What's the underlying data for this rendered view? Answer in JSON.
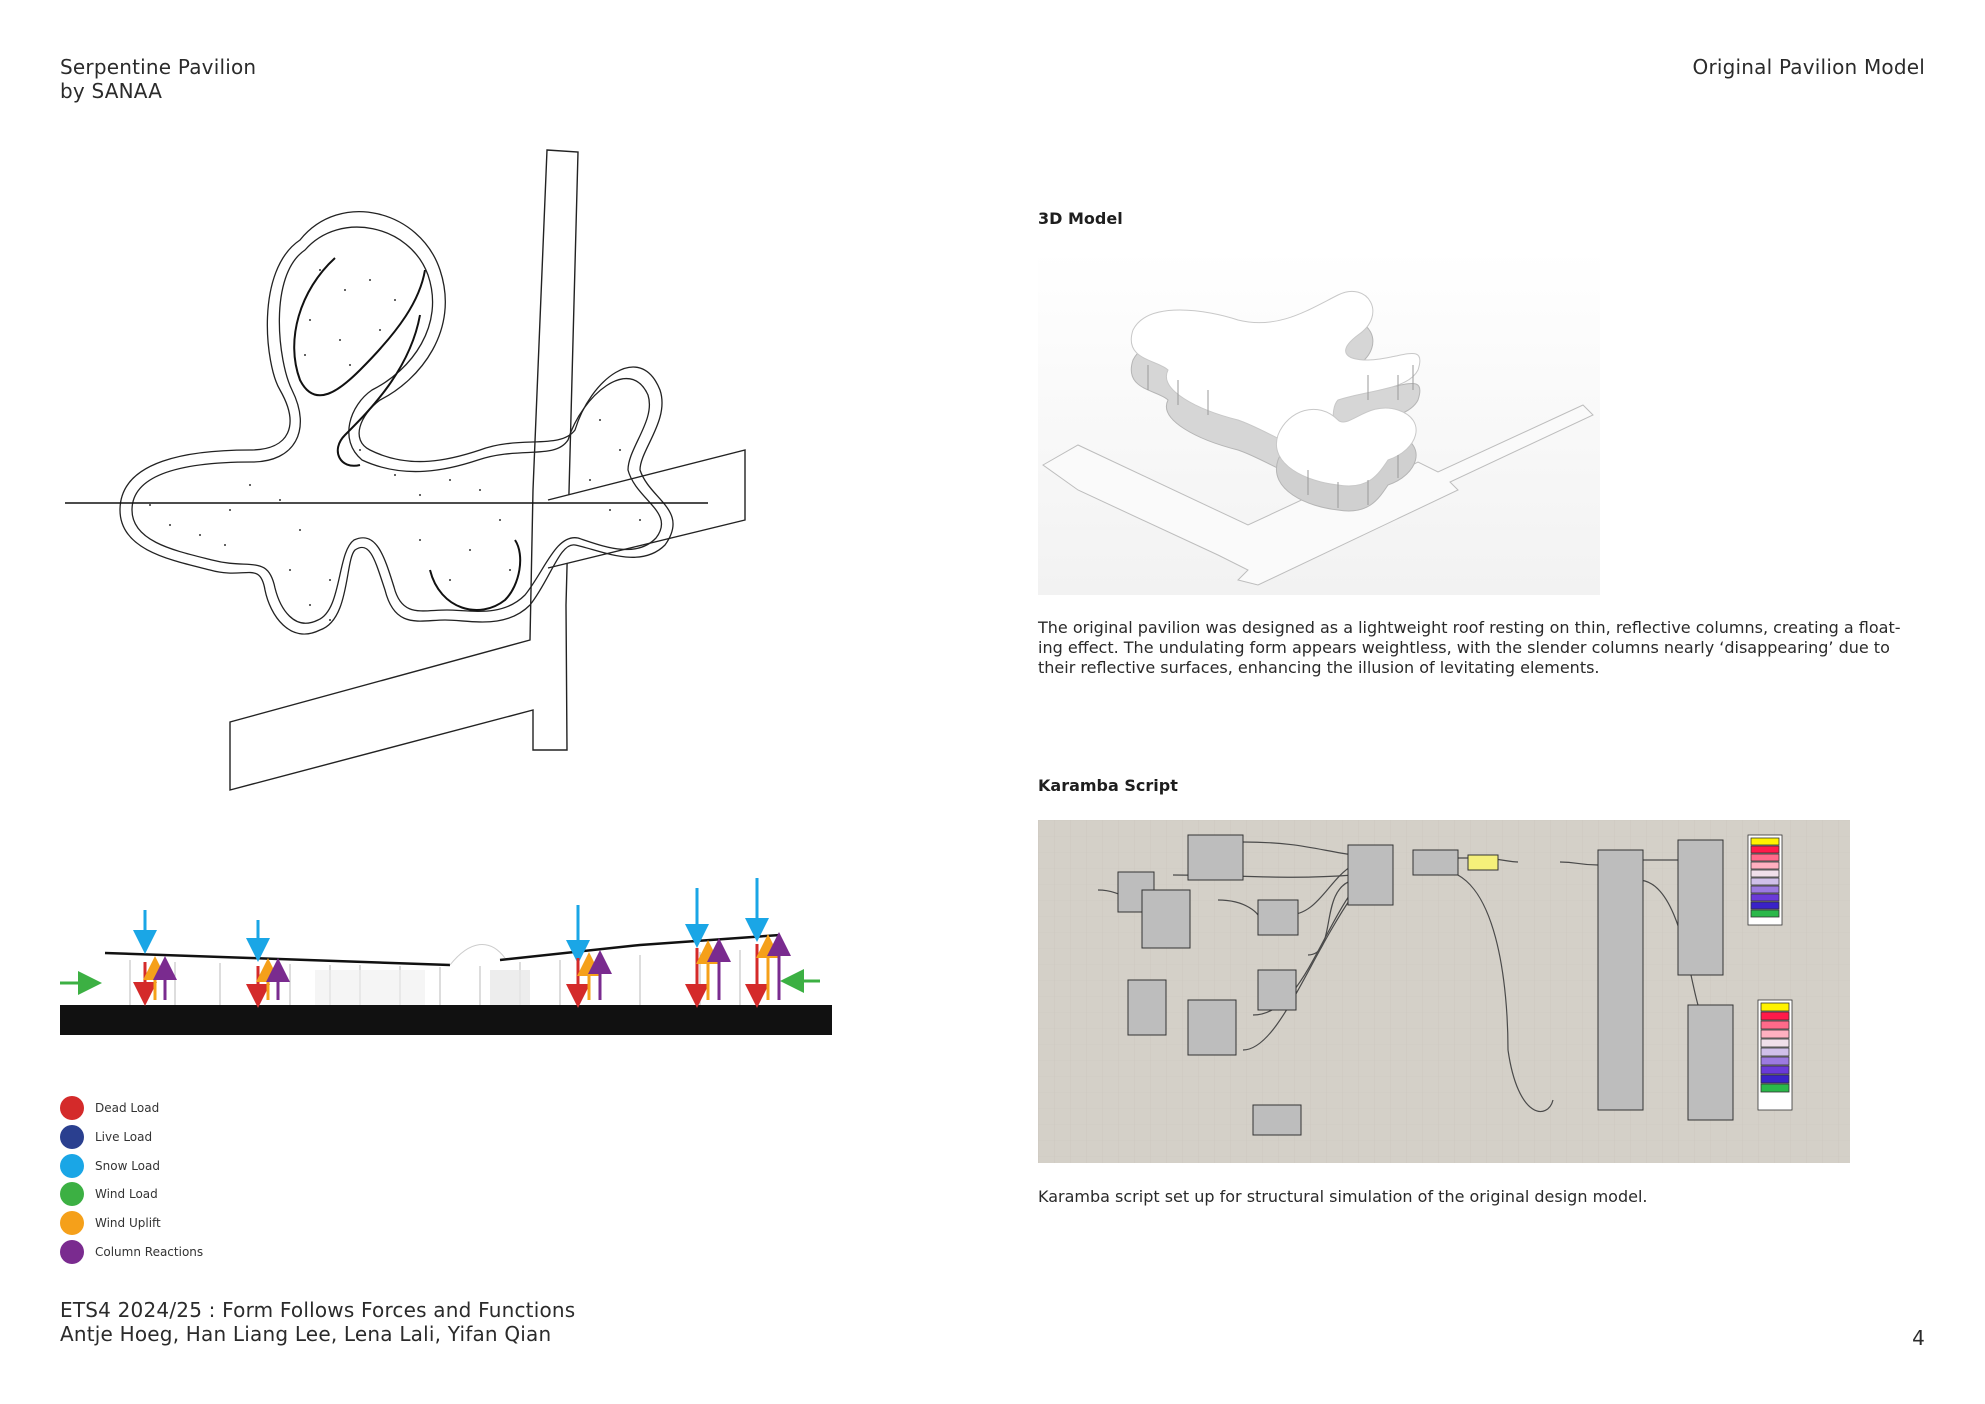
{
  "header": {
    "title_line1": "Serpentine Pavilion",
    "title_line2": "by SANAA",
    "right_title": "Original Pavilion Model"
  },
  "model_section": {
    "heading": "3D Model",
    "description_lines": [
      "The original pavilion was designed as a lightweight roof resting on thin, reflective columns, creating a float-",
      "ing effect. The undulating form appears weightless, with the slender columns nearly ‘disappearing’ due to",
      "their reflective surfaces, enhancing the illusion of levitating elements."
    ]
  },
  "script_section": {
    "heading": "Karamba Script",
    "caption": "Karamba script set up for structural simulation of the original design model."
  },
  "legend": [
    {
      "label": "Dead Load",
      "color": "#d42a2a"
    },
    {
      "label": "Live Load",
      "color": "#2a3f8f"
    },
    {
      "label": "Snow Load",
      "color": "#1aa6e6"
    },
    {
      "label": "Wind Load",
      "color": "#3cb043"
    },
    {
      "label": "Wind Uplift",
      "color": "#f5a01a"
    },
    {
      "label": "Column Reactions",
      "color": "#7a2b8f"
    }
  ],
  "footer": {
    "course": "ETS4 2024/25 : Form Follows Forces and Functions",
    "authors": "Antje Hoeg, Han Liang Lee, Lena Lali, Yifan Qian",
    "page_number": "4"
  }
}
